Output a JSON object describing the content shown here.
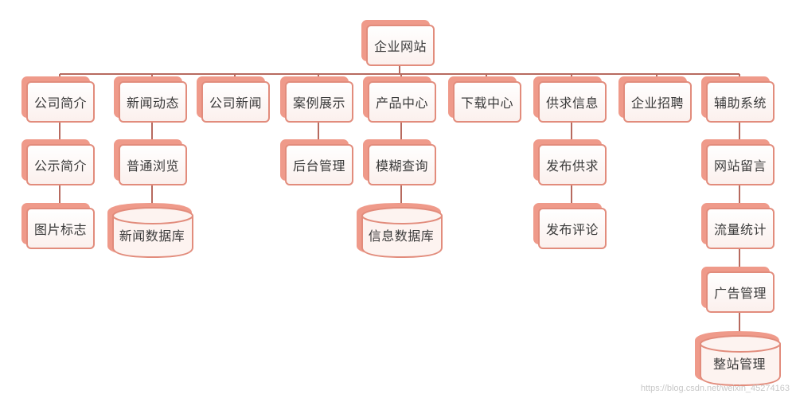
{
  "root": "企业网站",
  "columns": [
    {
      "title": "公司简介",
      "children": [
        {
          "label": "公示简介",
          "kind": "box"
        },
        {
          "label": "图片标志",
          "kind": "box"
        }
      ]
    },
    {
      "title": "新闻动态",
      "children": [
        {
          "label": "普通浏览",
          "kind": "box"
        },
        {
          "label": "新闻数据库",
          "kind": "db"
        }
      ]
    },
    {
      "title": "公司新闻",
      "children": []
    },
    {
      "title": "案例展示",
      "children": [
        {
          "label": "后台管理",
          "kind": "box"
        }
      ]
    },
    {
      "title": "产品中心",
      "children": [
        {
          "label": "模糊查询",
          "kind": "box"
        },
        {
          "label": "信息数据库",
          "kind": "db"
        }
      ]
    },
    {
      "title": "下载中心",
      "children": []
    },
    {
      "title": "供求信息",
      "children": [
        {
          "label": "发布供求",
          "kind": "box"
        },
        {
          "label": "发布评论",
          "kind": "box"
        }
      ]
    },
    {
      "title": "企业招聘",
      "children": []
    },
    {
      "title": "辅助系统",
      "children": [
        {
          "label": "网站留言",
          "kind": "box"
        },
        {
          "label": "流量统计",
          "kind": "box"
        },
        {
          "label": "广告管理",
          "kind": "box"
        },
        {
          "label": "整站管理",
          "kind": "db"
        }
      ]
    }
  ],
  "watermark": "https://blog.csdn.net/weixin_45274163",
  "colors": {
    "line": "#b76a5f",
    "border": "#e28c7c",
    "shadow": "#ef9a8a",
    "text": "#3a3a3a"
  }
}
